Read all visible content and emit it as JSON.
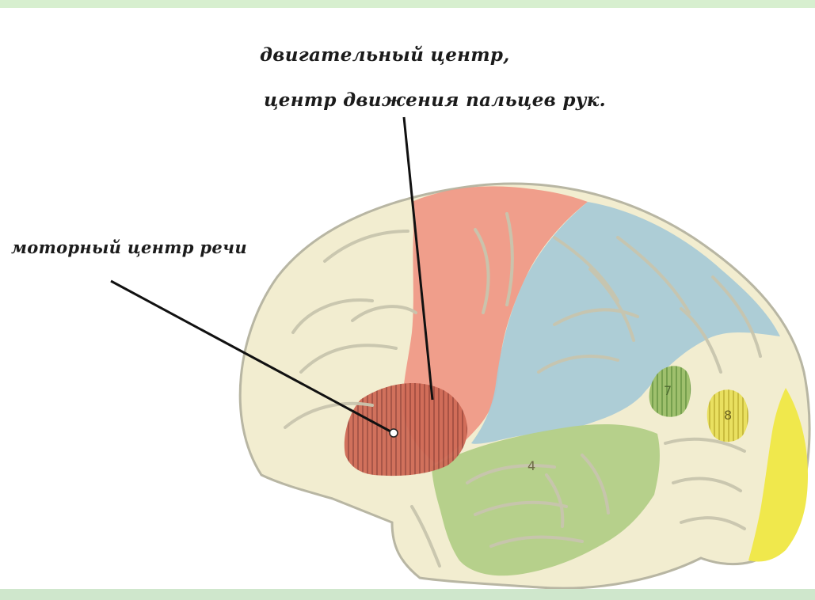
{
  "labels": {
    "motor_center_line1": "двигательный центр,",
    "motor_center_line2": "центр движения пальцев рук.",
    "speech_motor_center": "моторный центр речи"
  },
  "region_markers": {
    "zone_4": "4",
    "zone_7": "7",
    "zone_8": "8"
  },
  "colors": {
    "brain_base": "#f2edd0",
    "motor_strip": "#ef9a87",
    "speech_area": "#d9745f",
    "parietal_blue": "#a9cbd6",
    "temporal_green": "#b5cf8a",
    "occipital_yellow": "#f0e84c",
    "outline": "#b8b6a3"
  }
}
